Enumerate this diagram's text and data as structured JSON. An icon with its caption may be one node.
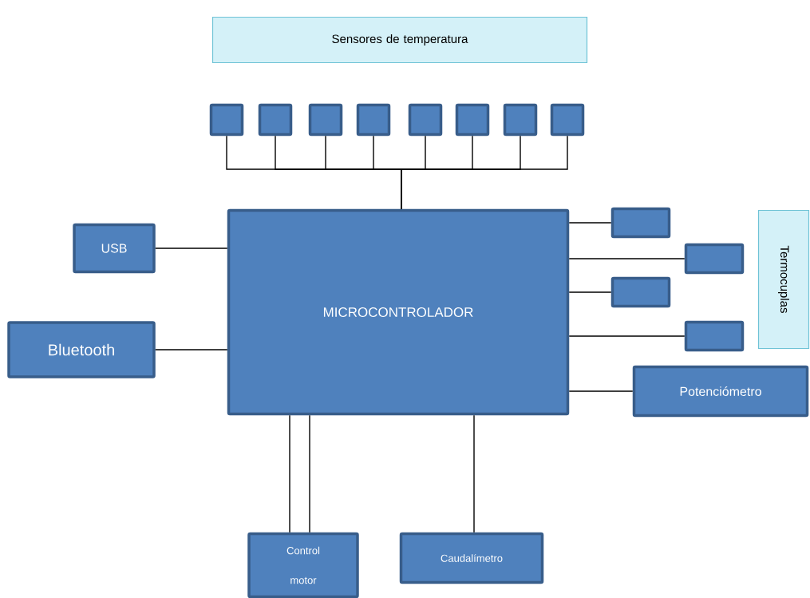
{
  "diagram": {
    "nodes": [
      {
        "text": [
          "Sensores de temperatura"
        ]
      },
      {
        "text": [
          "MICROCONTROLADOR"
        ]
      },
      {
        "text": [
          "USB"
        ]
      },
      {
        "text": [
          "Bluetooth"
        ]
      },
      {
        "text": [],
        "shape": "box"
      },
      {
        "text": [],
        "shape": "box"
      },
      {
        "text": [],
        "shape": "box"
      },
      {
        "text": [],
        "shape": "box"
      },
      {
        "text": [],
        "shape": "box"
      },
      {
        "text": [],
        "shape": "box"
      },
      {
        "text": [],
        "shape": "box"
      },
      {
        "text": [],
        "shape": "box"
      },
      {
        "text": [
          "Termocuplas"
        ]
      },
      {
        "text": [],
        "shape": "box"
      },
      {
        "text": [],
        "shape": "box"
      },
      {
        "text": [],
        "shape": "box"
      },
      {
        "text": [],
        "shape": "box"
      },
      {
        "text": [
          "Potenciómetro"
        ]
      },
      {
        "text": [
          "Control motor"
        ]
      },
      {
        "text": [
          "Caudalímetro"
        ]
      }
    ],
    "edges": [
      {
        "from": 1,
        "to": 2,
        "arrow": "none"
      },
      {
        "from": 1,
        "to": 3,
        "arrow": "none"
      },
      {
        "from": 4,
        "to": 1,
        "arrow": "none"
      },
      {
        "from": 5,
        "to": 1,
        "arrow": "none"
      },
      {
        "from": 6,
        "to": 1,
        "arrow": "none"
      },
      {
        "from": 7,
        "to": 1,
        "arrow": "none"
      },
      {
        "from": 8,
        "to": 1,
        "arrow": "none"
      },
      {
        "from": 9,
        "to": 1,
        "arrow": "none"
      },
      {
        "from": 10,
        "to": 1,
        "arrow": "none"
      },
      {
        "from": 11,
        "to": 1,
        "arrow": "none"
      },
      {
        "from": 1,
        "to": 13,
        "arrow": "none"
      },
      {
        "from": 1,
        "to": 14,
        "arrow": "none"
      },
      {
        "from": 1,
        "to": 15,
        "arrow": "none"
      },
      {
        "from": 1,
        "to": 16,
        "arrow": "none"
      },
      {
        "from": 1,
        "to": 17,
        "arrow": "none"
      },
      {
        "from": 1,
        "to": 18,
        "arrow": "none"
      },
      {
        "from": 1,
        "to": 18,
        "arrow": "none"
      },
      {
        "from": 1,
        "to": 19,
        "arrow": "none"
      }
    ]
  }
}
